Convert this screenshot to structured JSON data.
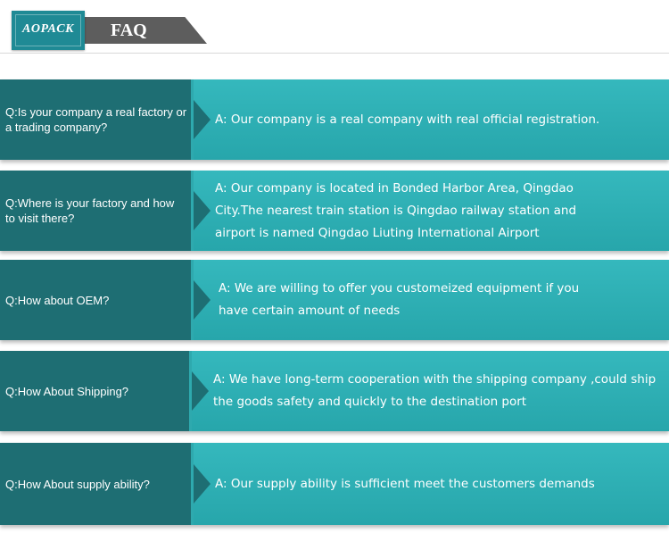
{
  "header": {
    "logo": "AOPACK",
    "title": "FAQ"
  },
  "faq": [
    {
      "question": "Q:Is your company a real factory or a trading company?",
      "answer": "A: Our company is a real company with real official registration."
    },
    {
      "question": "Q:Where is your factory and how to visit there?",
      "answer": "A: Our company is located in Bonded Harbor Area, Qingdao City.The nearest train station is Qingdao railway station and airport is named Qingdao Liuting International Airport"
    },
    {
      "question": "Q:How about OEM?",
      "answer": "A: We are willing to offer you customeized equipment if you have certain  amount of needs"
    },
    {
      "question": "Q:How About Shipping?",
      "answer": "A: We have long-term cooperation with the shipping company ,could ship the goods safety and quickly to the destination port"
    },
    {
      "question": "Q:How About supply ability?",
      "answer": "A: Our supply ability is sufficient meet the customers demands"
    }
  ]
}
